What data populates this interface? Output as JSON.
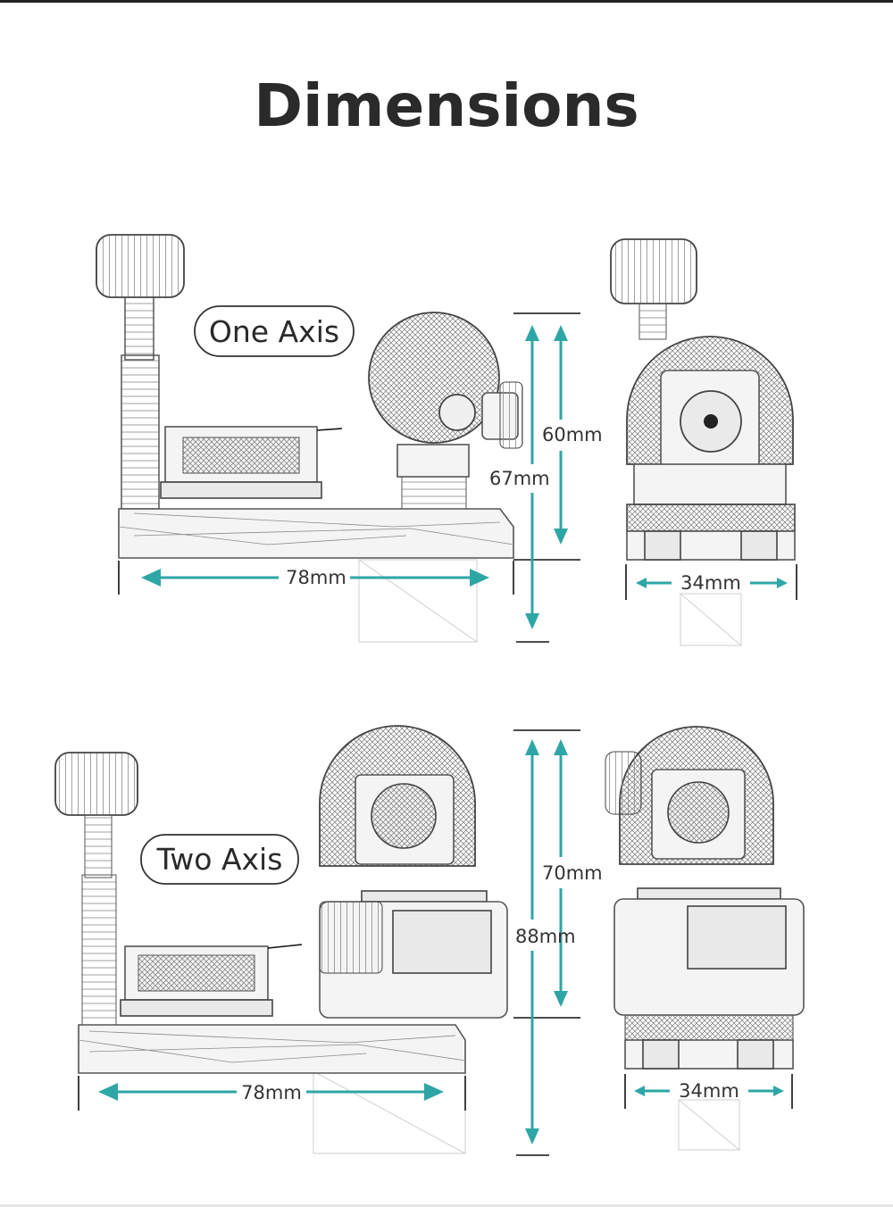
{
  "title": "Dimensions",
  "sections": [
    {
      "label": "One Axis",
      "width_dim": "78mm",
      "height_dims": [
        "60mm",
        "67mm"
      ],
      "side_width_dim": "34mm"
    },
    {
      "label": "Two Axis",
      "width_dim": "78mm",
      "height_dims": [
        "70mm",
        "88mm"
      ],
      "side_width_dim": "34mm"
    }
  ],
  "colors": {
    "arrow": "#2fa6a6",
    "text": "#2a2a2a",
    "line": "#111111"
  },
  "icons": [
    "arrow-icon"
  ]
}
